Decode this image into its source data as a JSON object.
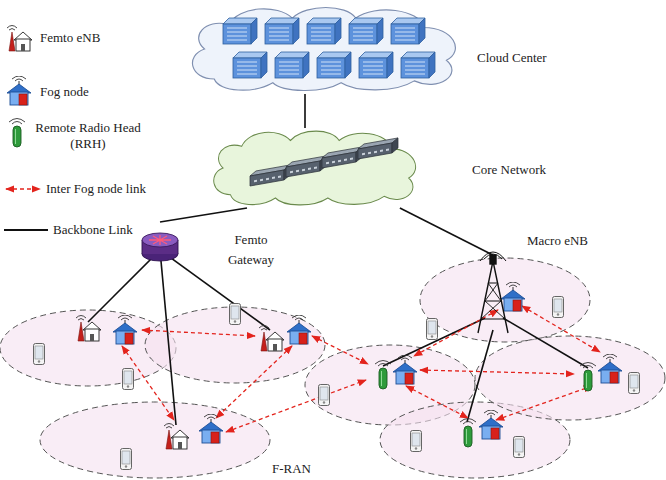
{
  "diagram": {
    "nodes": [
      {
        "text": [
          "Cloud Center"
        ]
      },
      {
        "text": [
          "Core Network"
        ]
      },
      {
        "text": [
          "Femto Gateway"
        ]
      },
      {
        "text": [
          "Macro eNB"
        ]
      }
    ],
    "edges": [
      {
        "from": 0,
        "to": 1,
        "arrow": "none"
      },
      {
        "from": 1,
        "to": 2,
        "arrow": "none"
      },
      {
        "from": 1,
        "to": 3,
        "arrow": "none"
      }
    ],
    "labels": [
      "F-RAN"
    ],
    "legend": [
      {
        "text": "Femto eNB"
      },
      {
        "text": "Fog node"
      },
      {
        "text": "Remote Radio Head (RRH)"
      },
      {
        "text": "Inter Fog node link"
      },
      {
        "text": "Backbone Link"
      }
    ]
  }
}
